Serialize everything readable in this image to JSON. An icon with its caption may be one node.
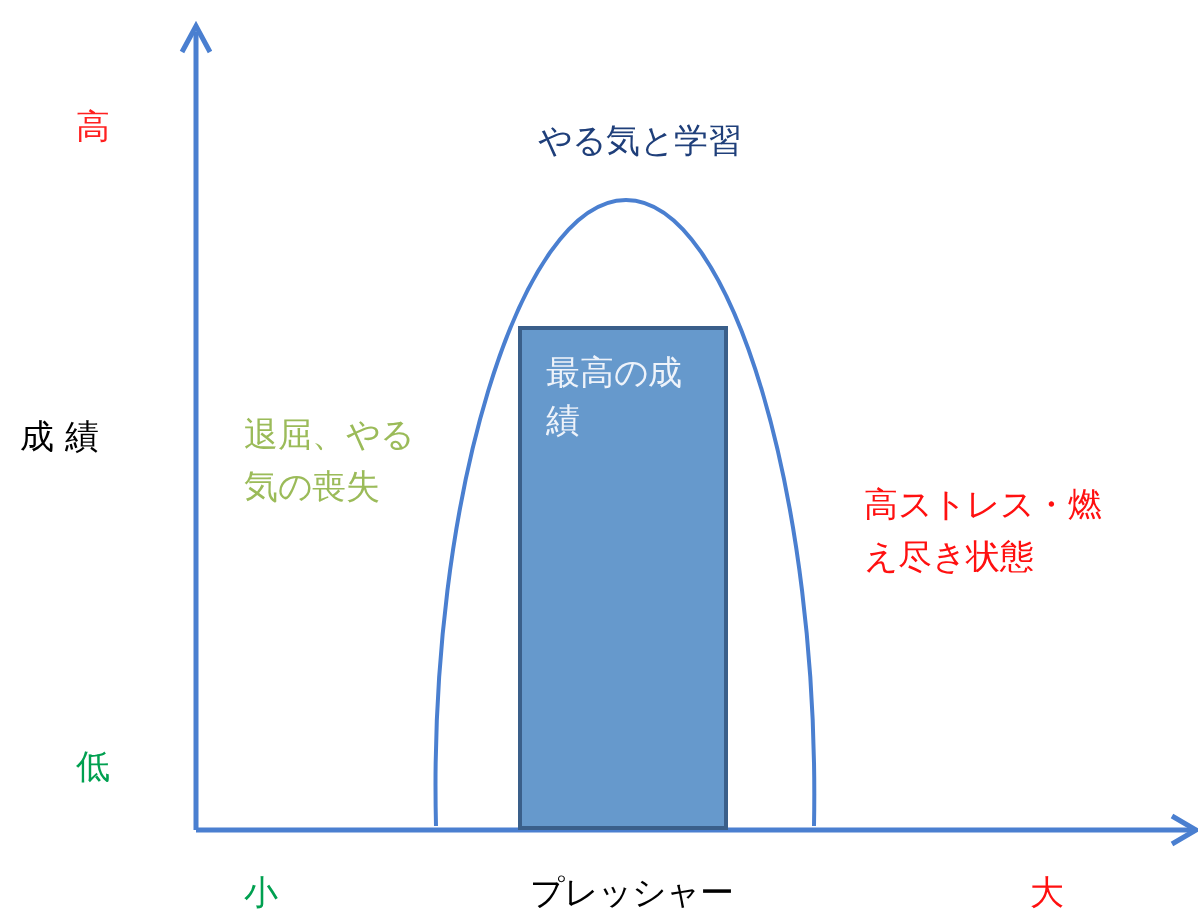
{
  "diagram": {
    "nodes": [
      {
        "text": [
          "最高の成績"
        ]
      }
    ],
    "edges": [],
    "labels": [
      "高",
      "やる気と学習",
      "成 績",
      "退屈、やる気の喪失",
      "高ストレス・燃え尽き状態",
      "低",
      "小",
      "プレッシャー",
      "大"
    ]
  }
}
